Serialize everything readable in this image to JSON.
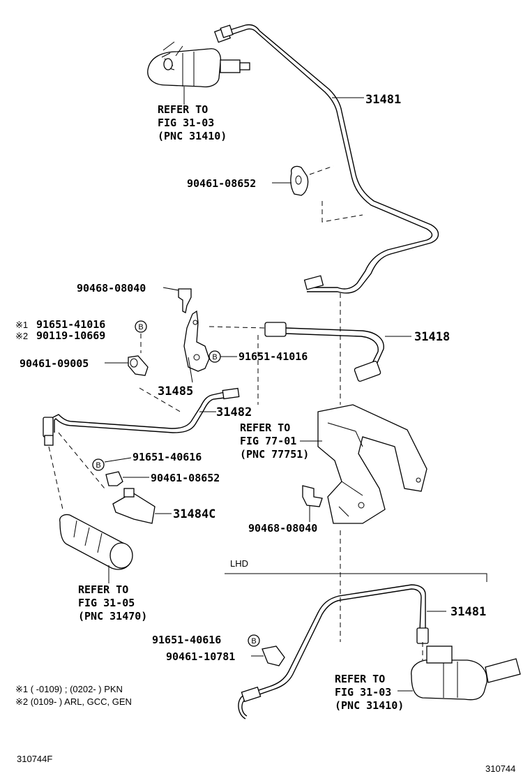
{
  "callouts": {
    "p31481_top": "31481",
    "p90461_08652_top": "90461-08652",
    "p90468_08040_top": "90468-08040",
    "p91651_41016_left": "91651-41016",
    "p90119_10669": "90119-10669",
    "p90461_09005": "90461-09005",
    "p31418": "31418",
    "p91651_41016_right": "91651-41016",
    "p31485": "31485",
    "p31482": "31482",
    "p91651_40616_mid": "91651-40616",
    "p90461_08652_mid": "90461-08652",
    "p31484c": "31484C",
    "p90468_08040_bottom": "90468-08040",
    "p31481_lhd": "31481",
    "p91651_40616_lhd": "91651-40616",
    "p90461_10781": "90461-10781"
  },
  "markers": {
    "note1": "※1",
    "note2": "※2",
    "bolt": "B"
  },
  "refer_notes": {
    "top": {
      "l1": "REFER TO",
      "l2": "FIG 31-03",
      "l3": "(PNC 31410)"
    },
    "bracket": {
      "l1": "REFER TO",
      "l2": "FIG 77-01",
      "l3": "(PNC 77751)"
    },
    "cylinder": {
      "l1": "REFER TO",
      "l2": "FIG 31-05",
      "l3": "(PNC 31470)"
    },
    "lhd": {
      "l1": "REFER TO",
      "l2": "FIG 31-03",
      "l3": "(PNC 31410)"
    }
  },
  "section_label": "LHD",
  "footnotes": {
    "n1": "※1 (      -0109) ; (0202-      ) PKN",
    "n2": "※2 (0109-      ) ARL, GCC, GEN"
  },
  "figure_code_left": "310744F",
  "figure_code_right": "310744"
}
